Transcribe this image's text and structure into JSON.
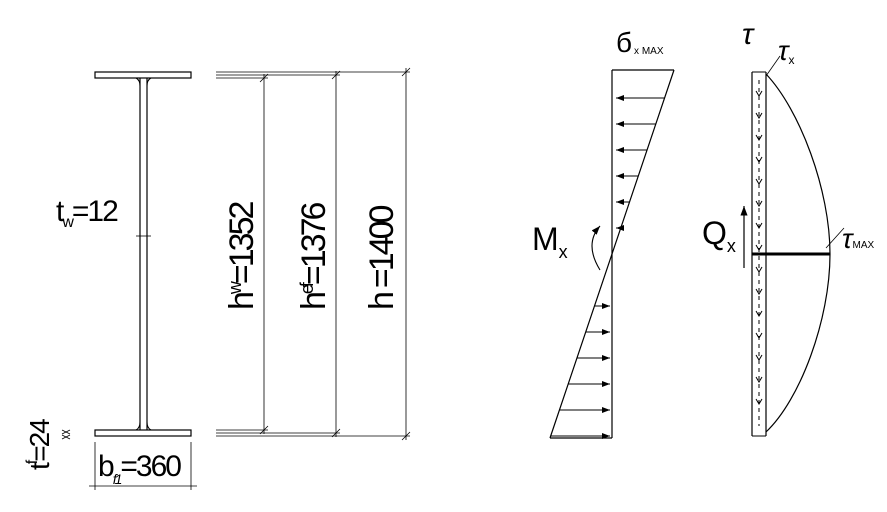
{
  "section": {
    "tw": {
      "sym": "t",
      "sub": "w",
      "val": "=12"
    },
    "hw": {
      "sym": "h",
      "sub": "w",
      "val": "=1352"
    },
    "hef": {
      "sym": "h",
      "sub": "ef",
      "val": "=1376"
    },
    "h": {
      "sym": "h",
      "val": "=1400"
    },
    "tf": {
      "sym": "t",
      "sub": "f",
      "val": "=24"
    },
    "bf": {
      "sym": "b",
      "sub": "f1",
      "val": "=360"
    }
  },
  "stress": {
    "sigma": {
      "sym": "б",
      "sub": "x MAX"
    },
    "moment": {
      "sym": "M",
      "sub": "x"
    }
  },
  "shear": {
    "tau": {
      "sym": "τ"
    },
    "taux": {
      "sym": "τ",
      "sub": "x"
    },
    "shear_force": {
      "sym": "Q",
      "sub": "x"
    },
    "taumax": {
      "sym": "τ",
      "sub": "MAX"
    }
  }
}
